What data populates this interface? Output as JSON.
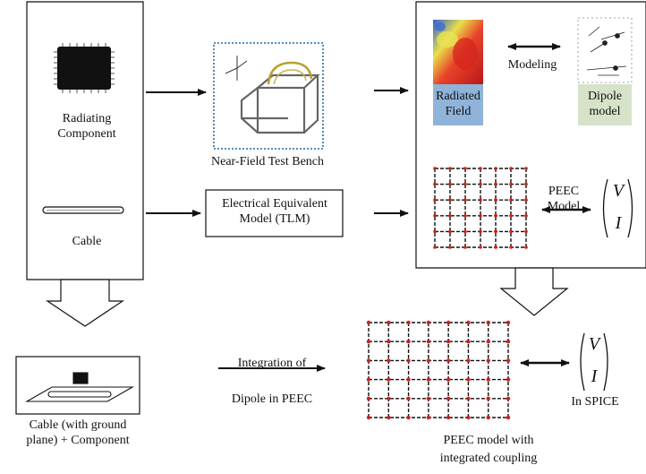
{
  "components": {
    "radiating_component": "Radiating\nComponent",
    "cable": "Cable"
  },
  "test_bench": {
    "label": "Near-Field Test Bench"
  },
  "electrical_model": {
    "label": "Electrical Equivalent\nModel (TLM)"
  },
  "dipole_block": {
    "radiated_field": "Radiated\nField",
    "modeling": "Modeling",
    "dipole_model": "Dipole\nmodel"
  },
  "peec_block": {
    "peec_model": "PEEC\nModel",
    "vector_top": "V",
    "vector_bottom": "I"
  },
  "bottom": {
    "cable_component": "Cable (with ground\nplane) + Component",
    "integration": "Integration of\nDipole in  PEEC",
    "peec_integrated": "PEEC  model with\nintegrated coupling",
    "in_spice": "In SPICE",
    "vector_top": "V",
    "vector_bottom": "I"
  },
  "colors": {
    "radiated_field_bg": "#8fb3d9",
    "dipole_model_bg": "#d6e3c9",
    "grid_node": "#cc1f1f",
    "bench_border": "#3f7fb0"
  }
}
